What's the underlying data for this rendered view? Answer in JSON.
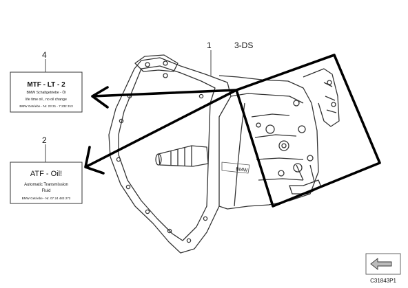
{
  "callouts": {
    "one": "1",
    "model": "3-DS",
    "four": "4",
    "two": "2"
  },
  "label_4": {
    "title": "MTF - LT - 2",
    "line1": "BMW Schaltgetriebe - Öl",
    "line2": "life time oil , no oil change",
    "line3": "BMW Getriebe - Nr.  23 31 - 7 232 313"
  },
  "label_2": {
    "title": "ATF - Oil!",
    "line1": "Automatic  Transmission",
    "line2": "Fluid",
    "line3": "BMW Getriebe - Nr.  07 24 483 272"
  },
  "housing_text": "BMW",
  "catalog_number": "C31843P1",
  "annotation_color": "#000000",
  "drawing_color": "#333333"
}
